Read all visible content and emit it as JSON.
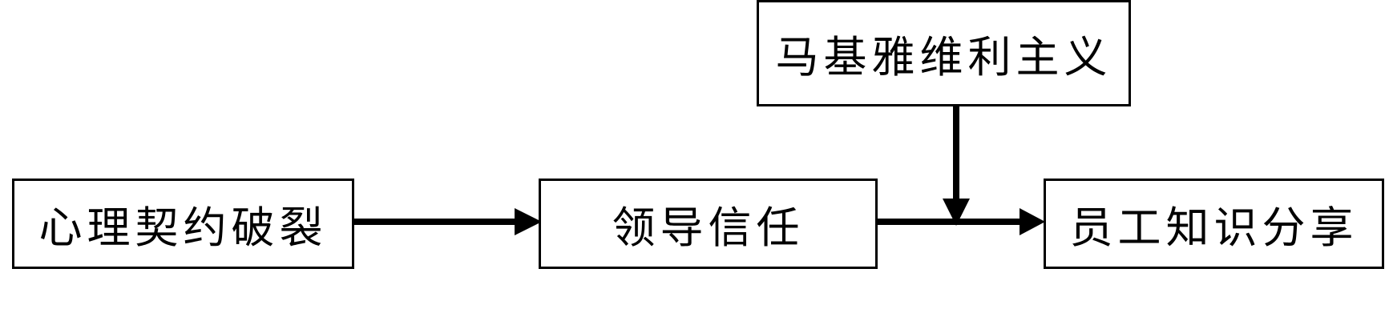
{
  "nodes": {
    "breach": "心理契约破裂",
    "trust": "领导信任",
    "mach": "马基雅维利主义",
    "share": "员工知识分享"
  },
  "colors": {
    "stroke": "#000000",
    "background": "#ffffff"
  }
}
